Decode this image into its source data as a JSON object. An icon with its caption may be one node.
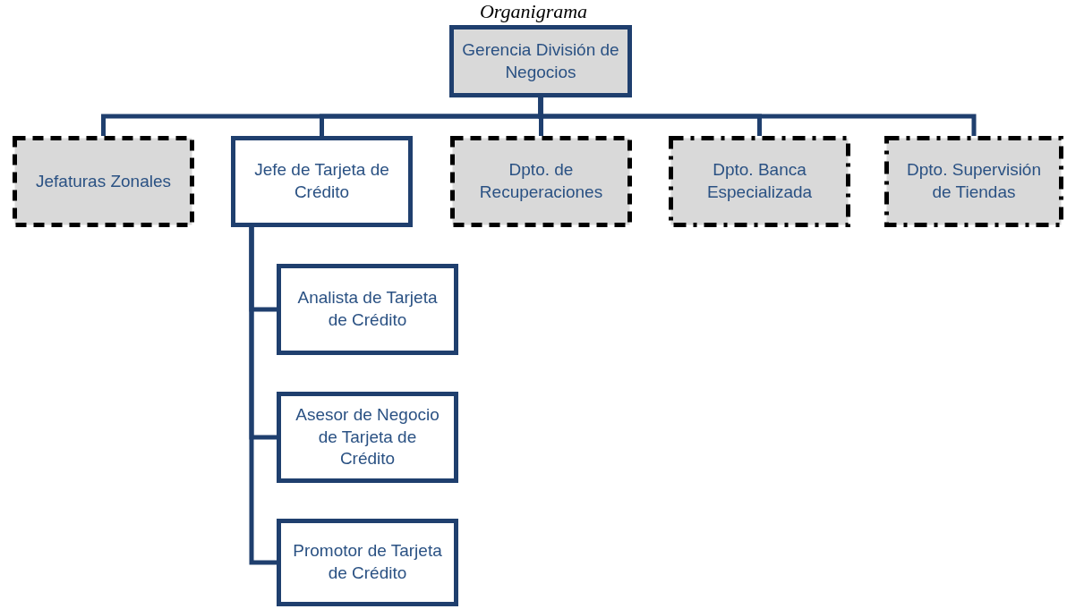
{
  "diagram": {
    "title": "Organigrama",
    "nodes": [
      {
        "text": [
          "Gerencia División de Negocios"
        ]
      },
      {
        "text": [
          "Jefaturas Zonales"
        ]
      },
      {
        "text": [
          "Jefe de Tarjeta de Crédito"
        ]
      },
      {
        "text": [
          "Dpto. de Recuperaciones"
        ]
      },
      {
        "text": [
          "Dpto. Banca Especializada"
        ]
      },
      {
        "text": [
          "Dpto. Supervisión de Tiendas"
        ]
      },
      {
        "text": [
          "Analista de Tarjeta de Crédito"
        ]
      },
      {
        "text": [
          "Asesor de Negocio de Tarjeta de Crédito"
        ]
      },
      {
        "text": [
          "Promotor de Tarjeta de Crédito"
        ]
      }
    ],
    "edges": [
      {
        "from": 0,
        "to": 1,
        "arrow": "none"
      },
      {
        "from": 0,
        "to": 2,
        "arrow": "none"
      },
      {
        "from": 0,
        "to": 3,
        "arrow": "none"
      },
      {
        "from": 0,
        "to": 4,
        "arrow": "none"
      },
      {
        "from": 0,
        "to": 5,
        "arrow": "none"
      },
      {
        "from": 2,
        "to": 6,
        "arrow": "none"
      },
      {
        "from": 2,
        "to": 7,
        "arrow": "none"
      },
      {
        "from": 2,
        "to": 8,
        "arrow": "none"
      }
    ]
  }
}
